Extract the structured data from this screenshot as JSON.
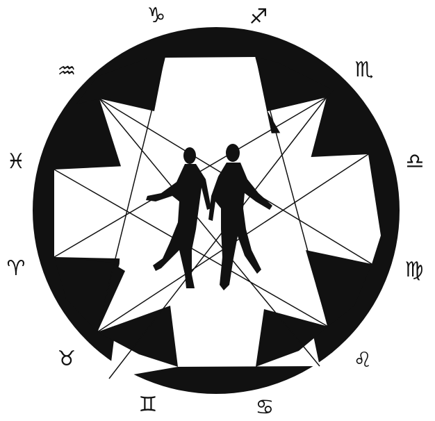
{
  "colors": {
    "ink": "#111111",
    "paper": "#ffffff"
  },
  "zodiac": [
    {
      "id": "capricorn",
      "symbol": "♑"
    },
    {
      "id": "sagittarius",
      "symbol": "♐"
    },
    {
      "id": "scorpio",
      "symbol": "♏"
    },
    {
      "id": "libra",
      "symbol": "♎"
    },
    {
      "id": "virgo",
      "symbol": "♍"
    },
    {
      "id": "leo",
      "symbol": "♌"
    },
    {
      "id": "cancer",
      "symbol": "♋"
    },
    {
      "id": "gemini",
      "symbol": "♊"
    },
    {
      "id": "taurus",
      "symbol": "♉"
    },
    {
      "id": "aries",
      "symbol": "♈"
    },
    {
      "id": "pisces",
      "symbol": "♓"
    },
    {
      "id": "aquarius",
      "symbol": "♒"
    }
  ]
}
